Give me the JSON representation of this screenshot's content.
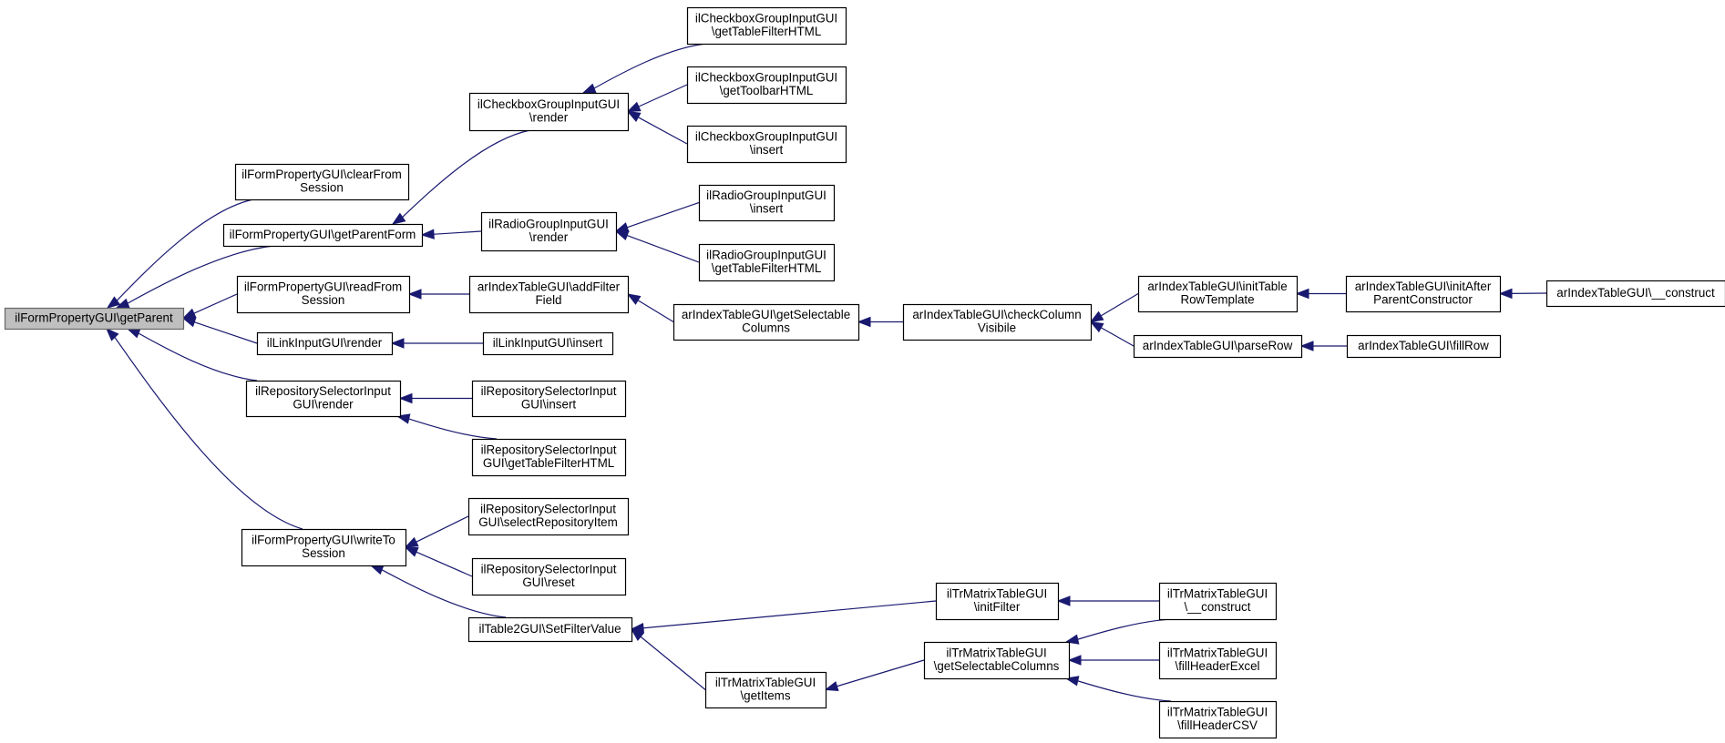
{
  "colors": {
    "edge": "#191970",
    "root_fill": "#bfbfbf",
    "node_fill": "#ffffff",
    "border": "#000000"
  },
  "nodes": [
    {
      "id": "getParent",
      "lines": [
        "ilFormPropertyGUI\\getParent"
      ],
      "root": true
    },
    {
      "id": "clearFromSession",
      "lines": [
        "ilFormPropertyGUI\\clearFrom",
        "Session"
      ]
    },
    {
      "id": "getParentForm",
      "lines": [
        "ilFormPropertyGUI\\getParentForm"
      ]
    },
    {
      "id": "readFromSession",
      "lines": [
        "ilFormPropertyGUI\\readFrom",
        "Session"
      ]
    },
    {
      "id": "linkRender",
      "lines": [
        "ilLinkInputGUI\\render"
      ]
    },
    {
      "id": "repoRender",
      "lines": [
        "ilRepositorySelectorInput",
        "GUI\\render"
      ]
    },
    {
      "id": "writeToSession",
      "lines": [
        "ilFormPropertyGUI\\writeTo",
        "Session"
      ]
    },
    {
      "id": "cbRender",
      "lines": [
        "ilCheckboxGroupInputGUI",
        "\\render"
      ]
    },
    {
      "id": "radioRender",
      "lines": [
        "ilRadioGroupInputGUI",
        "\\render"
      ]
    },
    {
      "id": "addFilterField",
      "lines": [
        "arIndexTableGUI\\addFilter",
        "Field"
      ]
    },
    {
      "id": "linkInsert",
      "lines": [
        "ilLinkInputGUI\\insert"
      ]
    },
    {
      "id": "repoInsert",
      "lines": [
        "ilRepositorySelectorInput",
        "GUI\\insert"
      ]
    },
    {
      "id": "repoTableFilter",
      "lines": [
        "ilRepositorySelectorInput",
        "GUI\\getTableFilterHTML"
      ]
    },
    {
      "id": "repoSelectItem",
      "lines": [
        "ilRepositorySelectorInput",
        "GUI\\selectRepositoryItem"
      ]
    },
    {
      "id": "repoReset",
      "lines": [
        "ilRepositorySelectorInput",
        "GUI\\reset"
      ]
    },
    {
      "id": "setFilterValue",
      "lines": [
        "ilTable2GUI\\SetFilterValue"
      ]
    },
    {
      "id": "cbTableFilter",
      "lines": [
        "ilCheckboxGroupInputGUI",
        "\\getTableFilterHTML"
      ]
    },
    {
      "id": "cbToolbar",
      "lines": [
        "ilCheckboxGroupInputGUI",
        "\\getToolbarHTML"
      ]
    },
    {
      "id": "cbInsert",
      "lines": [
        "ilCheckboxGroupInputGUI",
        "\\insert"
      ]
    },
    {
      "id": "radioInsert",
      "lines": [
        "ilRadioGroupInputGUI",
        "\\insert"
      ]
    },
    {
      "id": "radioTableFilter",
      "lines": [
        "ilRadioGroupInputGUI",
        "\\getTableFilterHTML"
      ]
    },
    {
      "id": "getSelectableColumns",
      "lines": [
        "arIndexTableGUI\\getSelectable",
        "Columns"
      ]
    },
    {
      "id": "trGetItems",
      "lines": [
        "ilTrMatrixTableGUI",
        "\\getItems"
      ]
    },
    {
      "id": "checkColumnVisible",
      "lines": [
        "arIndexTableGUI\\checkColumn",
        "Visibile"
      ]
    },
    {
      "id": "trInitFilter",
      "lines": [
        "ilTrMatrixTableGUI",
        "\\initFilter"
      ]
    },
    {
      "id": "trGetSelectable",
      "lines": [
        "ilTrMatrixTableGUI",
        "\\getSelectableColumns"
      ]
    },
    {
      "id": "initTableRowTemplate",
      "lines": [
        "arIndexTableGUI\\initTable",
        "RowTemplate"
      ]
    },
    {
      "id": "parseRow",
      "lines": [
        "arIndexTableGUI\\parseRow"
      ]
    },
    {
      "id": "initAfterParent",
      "lines": [
        "arIndexTableGUI\\initAfter",
        "ParentConstructor"
      ]
    },
    {
      "id": "fillRow",
      "lines": [
        "arIndexTableGUI\\fillRow"
      ]
    },
    {
      "id": "arConstruct",
      "lines": [
        "arIndexTableGUI\\__construct"
      ]
    },
    {
      "id": "trConstruct",
      "lines": [
        "ilTrMatrixTableGUI",
        "\\__construct"
      ]
    },
    {
      "id": "trFillExcel",
      "lines": [
        "ilTrMatrixTableGUI",
        "\\fillHeaderExcel"
      ]
    },
    {
      "id": "trFillCSV",
      "lines": [
        "ilTrMatrixTableGUI",
        "\\fillHeaderCSV"
      ]
    }
  ],
  "edges": [
    {
      "from": "clearFromSession",
      "to": "getParent"
    },
    {
      "from": "getParentForm",
      "to": "getParent"
    },
    {
      "from": "readFromSession",
      "to": "getParent"
    },
    {
      "from": "linkRender",
      "to": "getParent"
    },
    {
      "from": "repoRender",
      "to": "getParent"
    },
    {
      "from": "writeToSession",
      "to": "getParent"
    },
    {
      "from": "cbRender",
      "to": "getParentForm"
    },
    {
      "from": "radioRender",
      "to": "getParentForm"
    },
    {
      "from": "addFilterField",
      "to": "readFromSession"
    },
    {
      "from": "linkInsert",
      "to": "linkRender"
    },
    {
      "from": "repoInsert",
      "to": "repoRender"
    },
    {
      "from": "repoTableFilter",
      "to": "repoRender"
    },
    {
      "from": "repoSelectItem",
      "to": "writeToSession"
    },
    {
      "from": "repoReset",
      "to": "writeToSession"
    },
    {
      "from": "setFilterValue",
      "to": "writeToSession"
    },
    {
      "from": "cbTableFilter",
      "to": "cbRender"
    },
    {
      "from": "cbToolbar",
      "to": "cbRender"
    },
    {
      "from": "cbInsert",
      "to": "cbRender"
    },
    {
      "from": "radioInsert",
      "to": "radioRender"
    },
    {
      "from": "radioTableFilter",
      "to": "radioRender"
    },
    {
      "from": "getSelectableColumns",
      "to": "addFilterField"
    },
    {
      "from": "checkColumnVisible",
      "to": "getSelectableColumns"
    },
    {
      "from": "initTableRowTemplate",
      "to": "checkColumnVisible"
    },
    {
      "from": "parseRow",
      "to": "checkColumnVisible"
    },
    {
      "from": "initAfterParent",
      "to": "initTableRowTemplate"
    },
    {
      "from": "arConstruct",
      "to": "initAfterParent"
    },
    {
      "from": "fillRow",
      "to": "parseRow"
    },
    {
      "from": "trInitFilter",
      "to": "setFilterValue"
    },
    {
      "from": "trGetItems",
      "to": "setFilterValue"
    },
    {
      "from": "trGetSelectable",
      "to": "trGetItems"
    },
    {
      "from": "trConstruct",
      "to": "trInitFilter"
    },
    {
      "from": "trConstruct",
      "to": "trGetSelectable"
    },
    {
      "from": "trFillExcel",
      "to": "trGetSelectable"
    },
    {
      "from": "trFillCSV",
      "to": "trGetSelectable"
    }
  ]
}
